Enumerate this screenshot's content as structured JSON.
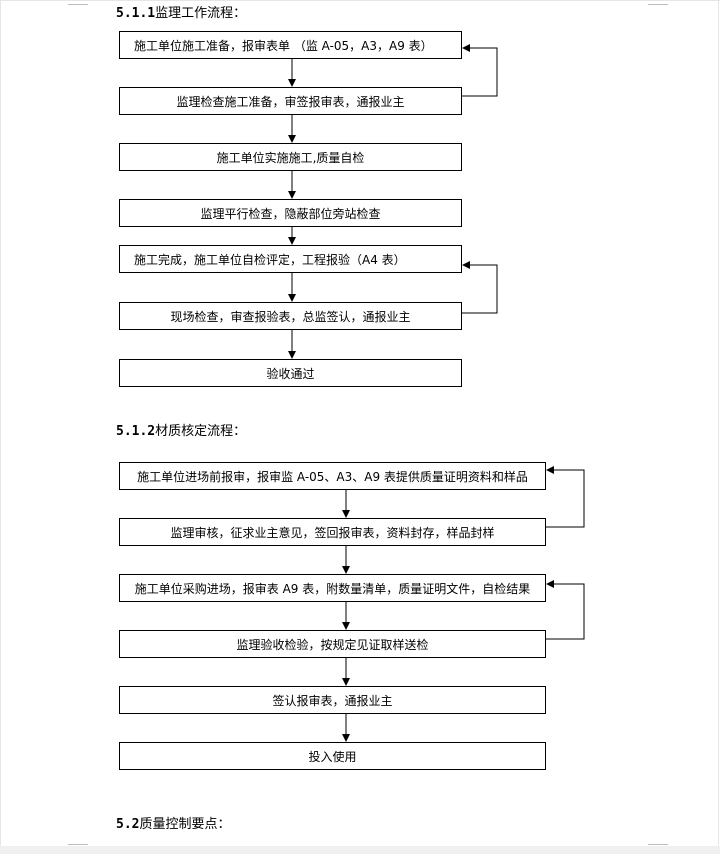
{
  "sections": [
    {
      "number": "5.1.1",
      "title": "监理工作流程："
    },
    {
      "number": "5.1.2",
      "title": "材质核定流程："
    },
    {
      "number": "5.2",
      "title": "质量控制要点："
    }
  ],
  "flow1": [
    "施工单位施工准备，报审表单 （监 A-05，A3，A9 表）",
    "监理检查施工准备，审签报审表，通报业主",
    "施工单位实施施工,质量自检",
    "监理平行检查，隐蔽部位旁站检查",
    "施工完成，施工单位自检评定，工程报验（A4 表）",
    "现场检查，审查报验表，总监签认，通报业主",
    "验收通过"
  ],
  "flow2": [
    "施工单位进场前报审，报审监 A-05、A3、A9 表提供质量证明资料和样品",
    "监理审核，征求业主意见，签回报审表，资料封存，样品封样",
    "施工单位采购进场，报审表 A9 表，附数量清单，质量证明文件，自检结果",
    "监理验收检验，按规定见证取样送检",
    "签认报审表，通报业主",
    "投入使用"
  ]
}
